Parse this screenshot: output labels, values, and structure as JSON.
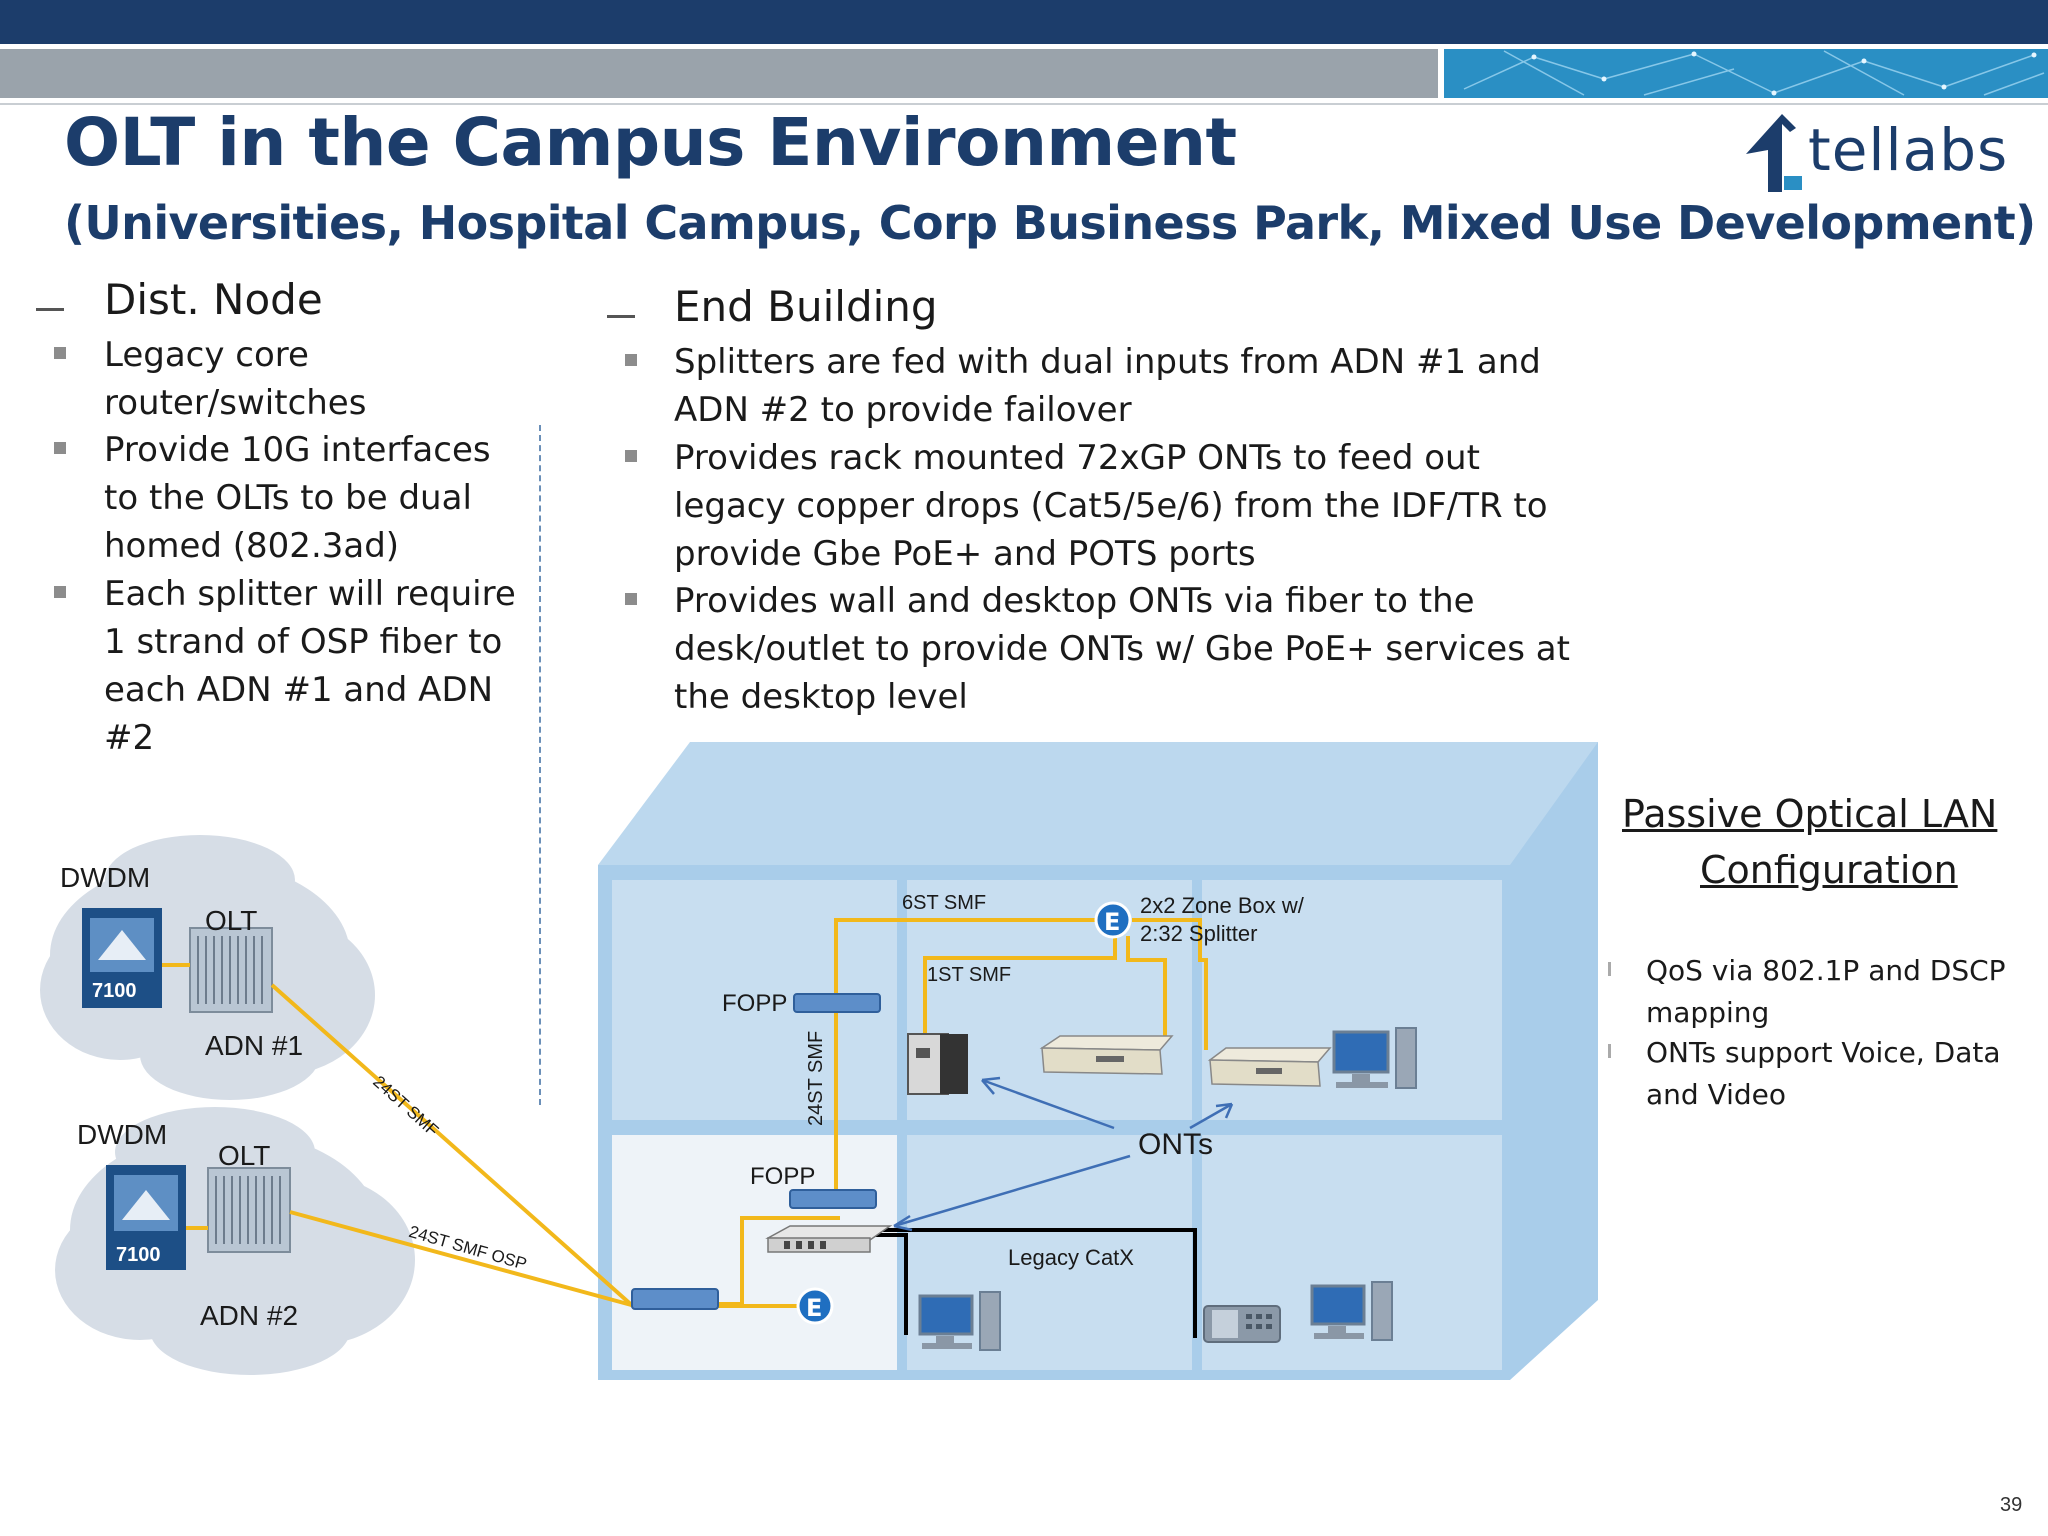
{
  "header": {
    "title": "OLT in the Campus Environment",
    "subtitle": "(Universities, Hospital Campus, Corp Business Park, Mixed Use Development)",
    "logo_text": "tellabs"
  },
  "dist_node": {
    "heading": "Dist. Node",
    "bullets": [
      [
        "Legacy core",
        "router/switches"
      ],
      [
        "Provide 10G interfaces",
        "to the OLTs to be dual",
        "homed (802.3ad)"
      ],
      [
        "Each splitter will require",
        "1 strand of OSP fiber to",
        "each ADN #1 and ADN",
        "#2"
      ]
    ]
  },
  "end_building": {
    "heading": "End Building",
    "bullets": [
      [
        "Splitters are fed with dual inputs from ADN #1 and",
        "ADN #2 to provide failover"
      ],
      [
        "Provides rack mounted 72xGP ONTs to feed out",
        "legacy copper drops (Cat5/5e/6) from the IDF/TR to",
        "provide Gbe PoE+ and POTS ports"
      ],
      [
        "Provides wall and desktop ONTs via fiber to the",
        "desk/outlet to provide ONTs w/ Gbe PoE+ services at",
        "the desktop level"
      ]
    ]
  },
  "diagram": {
    "dwdm_1": "DWDM",
    "olt_1": "OLT",
    "adn_1": "ADN #1",
    "dwdm_2": "DWDM",
    "olt_2": "OLT",
    "adn_2": "ADN #2",
    "box_label_1": "7100",
    "box_label_2": "7100",
    "fiber_24st_smf": "24ST SMF",
    "fiber_24st_smf_osp": "24ST SMF OSP",
    "fiber_6st_smf": "6ST SMF",
    "fiber_1st_smf": "1ST SMF",
    "fiber_24st_smf_riser": "24ST SMF",
    "fopp_upper": "FOPP",
    "fopp_lower": "FOPP",
    "zone_box_line1": "2x2 Zone Box w/",
    "zone_box_line2": "2:32 Splitter",
    "onts": "ONTs",
    "legacy_catx": "Legacy CatX",
    "colors": {
      "fiber": "#f2b81b",
      "copper": "#000000",
      "arrow": "#3f6fb5",
      "building": "#a9cdea"
    }
  },
  "polc": {
    "title_line1": "Passive Optical LAN",
    "title_line2": "Configuration",
    "bullets": [
      [
        "QoS via 802.1P and DSCP",
        "mapping"
      ],
      [
        "ONTs support Voice, Data",
        "and Video"
      ]
    ]
  },
  "page_number": "39"
}
